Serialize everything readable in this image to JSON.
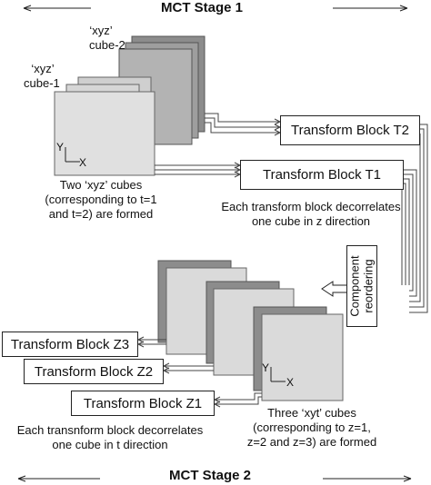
{
  "stage1_title": "MCT Stage 1",
  "stage2_title": "MCT Stage 2",
  "cube1_quote": "‘xyz’",
  "cube1_name": "cube-1",
  "cube2_quote": "‘xyz’",
  "cube2_name": "cube-2",
  "axis_y": "Y",
  "axis_x": "X",
  "xyz_caption": [
    "Two ‘xyz’ cubes",
    "(corresponding to t=1",
    "and t=2) are formed"
  ],
  "transform_t2": "Transform Block T2",
  "transform_t1": "Transform Block T1",
  "t_caption": [
    "Each transform block decorrelates",
    "one cube in z direction"
  ],
  "component_reordering": [
    "Component",
    "reordering"
  ],
  "transform_z3": "Transform Block Z3",
  "transform_z2": "Transform Block Z2",
  "transform_z1": "Transform Block Z1",
  "z_caption": [
    "Each transnform block decorrelates",
    "one cube in t direction"
  ],
  "xyt_caption": [
    "Three ‘xyt’ cubes",
    "(corresponding to z=1,",
    "z=2 and z=3) are formed"
  ],
  "colors": {
    "light_face": "#d9d9d9",
    "mid_face": "#b3b3b3",
    "dark_face": "#8c8c8c"
  }
}
